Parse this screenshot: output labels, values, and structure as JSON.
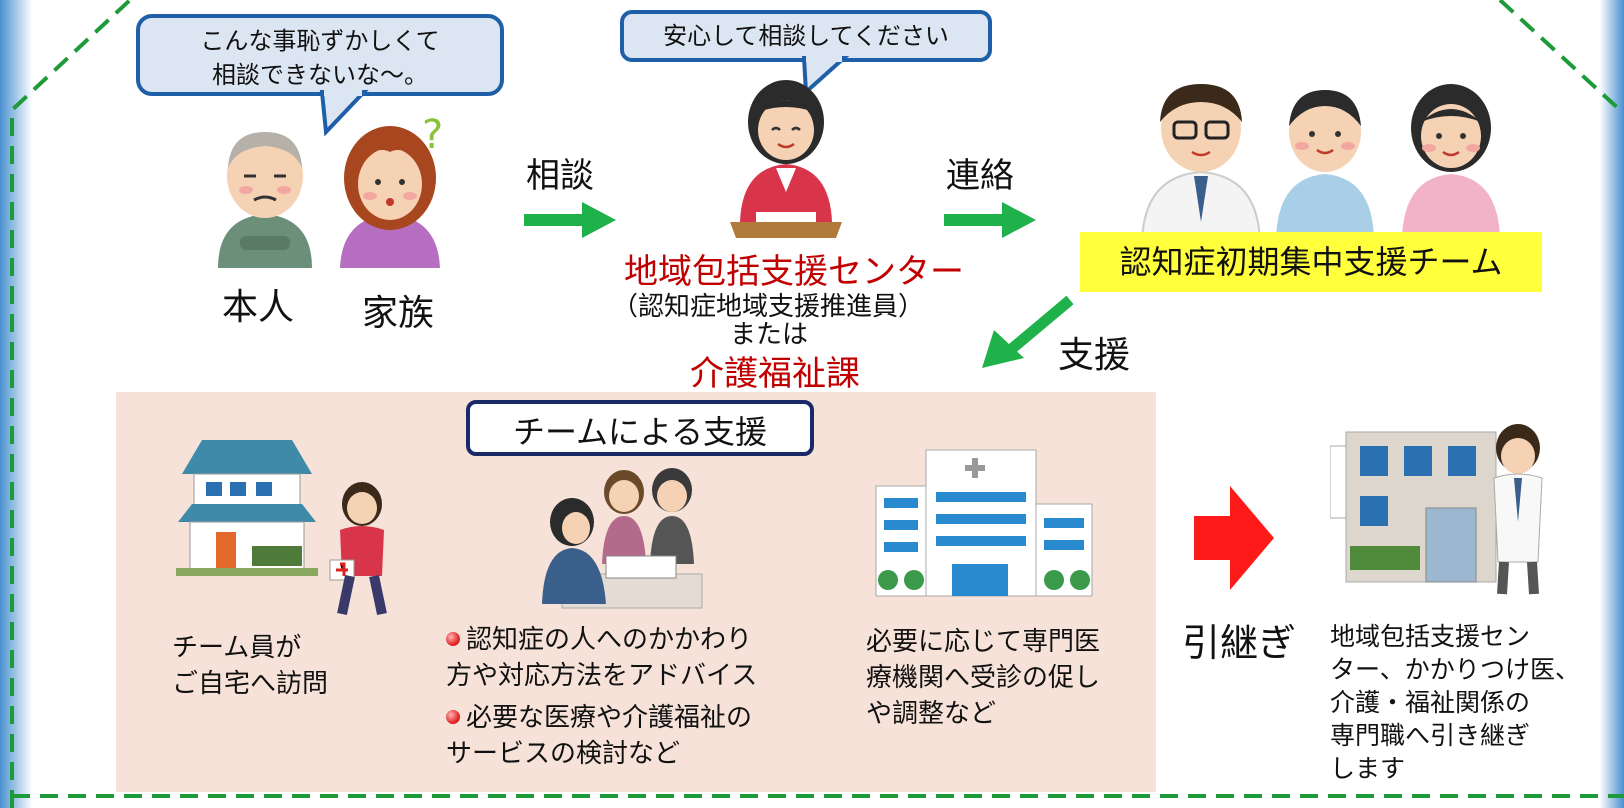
{
  "bubbles": {
    "family": {
      "line1": "こんな事恥ずかしくて",
      "line2": "相談できないな～。"
    },
    "center": "安心して相談してください"
  },
  "people": {
    "person": "本人",
    "family": "家族"
  },
  "arrows": {
    "consult": "相談",
    "contact": "連絡",
    "support": "支援",
    "handover": "引継ぎ"
  },
  "center": {
    "name": "地域包括支援センター",
    "role": "（認知症地域支援推進員）",
    "or": "または",
    "dept": "介護福祉課"
  },
  "team_label": "認知症初期集中支援チーム",
  "panel": {
    "title": "チームによる支援",
    "col1": {
      "line1": "チーム員が",
      "line2": "ご自宅へ訪問"
    },
    "col2": {
      "b1_line1": "認知症の人へのかかわり",
      "b1_line2": "方や対応方法をアドバイス",
      "b2_line1": "必要な医療や介護福祉の",
      "b2_line2": "サービスの検討など"
    },
    "col3": {
      "line1": "必要に応じて専門医",
      "line2": "療機関へ受診の促し",
      "line3": "や調整など"
    }
  },
  "handover_text": {
    "line1": "地域包括支援セン",
    "line2": "ター、かかりつけ医、",
    "line3": "介護・福祉関係の",
    "line4": "専門職へ引き継ぎ",
    "line5": "します"
  },
  "colors": {
    "border_green": "#1e9a3a",
    "arrow_green": "#1fb24a",
    "label_red": "#c00000",
    "team_yellow": "#ffff3c",
    "panel_pink": "#f6e2d8",
    "bubble_fill": "#dce6f2",
    "bubble_border": "#1f5fa8",
    "handover_red": "#ff1a1a"
  },
  "icons": [
    "elderly-man-icon",
    "woman-question-icon",
    "counselor-woman-icon",
    "doctor-icon",
    "nurse-man-icon",
    "nurse-woman-icon",
    "house-icon",
    "visiting-nurse-icon",
    "meeting-icon",
    "hospital-icon",
    "clinic-doctor-icon"
  ]
}
